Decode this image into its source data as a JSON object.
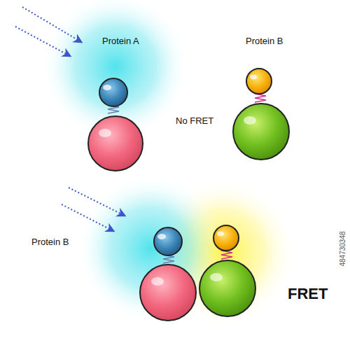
{
  "diagram": {
    "labels": [
      "Protein A",
      "Protein B",
      "No FRET",
      "Protein B",
      "FRET",
      "484730348"
    ]
  }
}
